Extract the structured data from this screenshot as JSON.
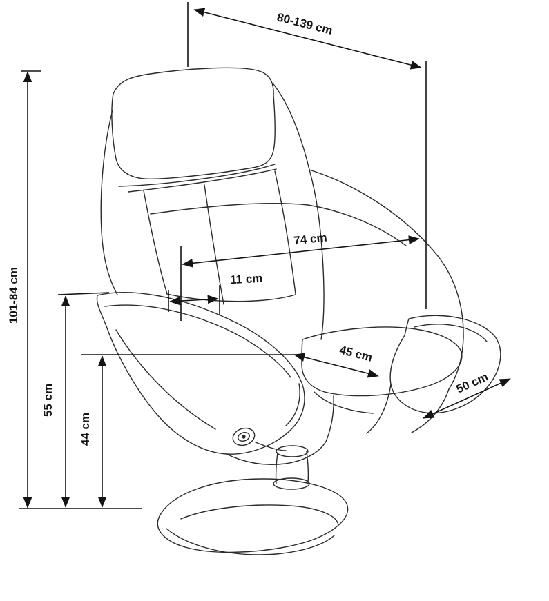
{
  "page": {
    "background": "#ffffff"
  },
  "diagram": {
    "subject": "recliner-armchair-dimension-drawing",
    "colors": {
      "line": "#2b2b2b",
      "dimension_line": "#141414",
      "text": "#141414"
    },
    "labels": {
      "top_diagonal_width": "80-139 cm",
      "overall_height_range": "101-84 cm",
      "back_width": "74 cm",
      "armrest_thickness": "11 cm",
      "seat_width": "45 cm",
      "seat_depth": "50 cm",
      "armrest_height": "55 cm",
      "seat_height": "44 cm"
    }
  }
}
